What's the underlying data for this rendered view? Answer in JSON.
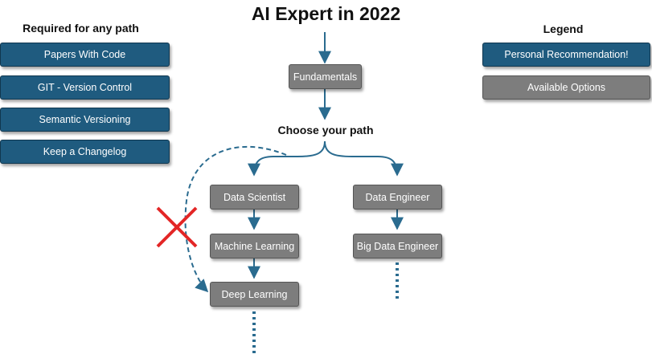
{
  "title": "AI Expert in 2022",
  "required": {
    "heading": "Required for any path",
    "items": [
      {
        "label": "Papers With Code"
      },
      {
        "label": "GIT - Version Control"
      },
      {
        "label": "Semantic Versioning"
      },
      {
        "label": "Keep a Changelog"
      }
    ]
  },
  "legend": {
    "heading": "Legend",
    "items": [
      {
        "label": "Personal Recommendation!",
        "color": "#1f5b7f"
      },
      {
        "label": "Available Options",
        "color": "#7d7d7d"
      }
    ]
  },
  "flow": {
    "fundamentals": "Fundamentals",
    "choose": "Choose your path",
    "data_scientist": "Data Scientist",
    "machine_learning": "Machine Learning",
    "deep_learning": "Deep Learning",
    "data_engineer": "Data Engineer",
    "big_data_engineer": "Big Data Engineer"
  },
  "colors": {
    "arrow": "#2a6b8f",
    "cross": "#e32626",
    "recommended": "#1f5b7f",
    "option": "#7d7d7d"
  }
}
